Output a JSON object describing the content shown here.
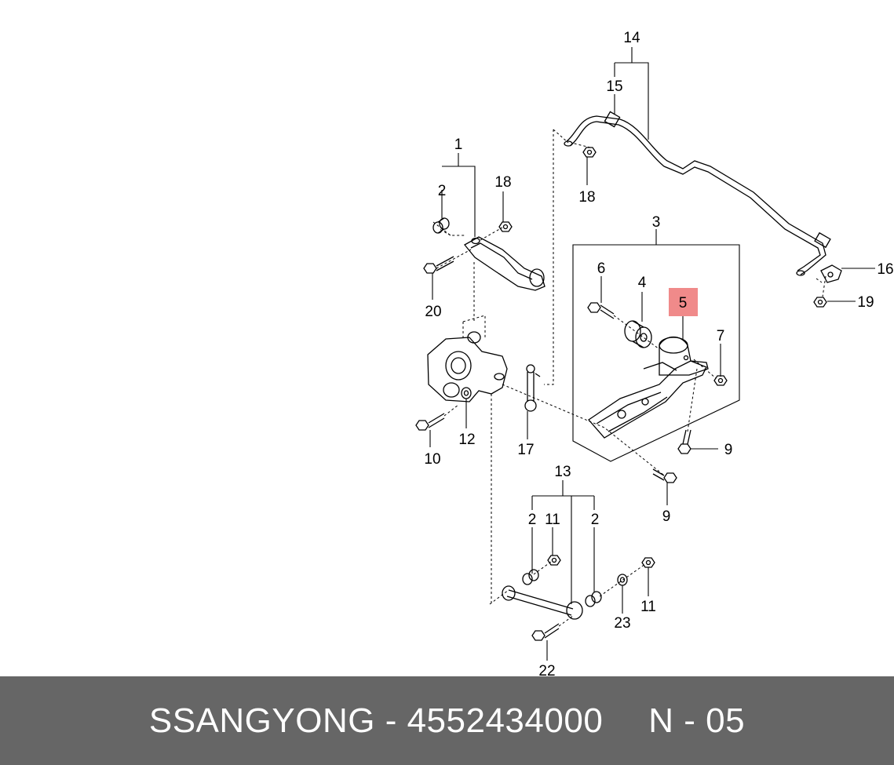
{
  "labels": {
    "l1": "1",
    "l2a": "2",
    "l18a": "18",
    "l20": "20",
    "l14": "14",
    "l15": "15",
    "l18b": "18",
    "l3": "3",
    "l6": "6",
    "l4": "4",
    "l5": "5",
    "l7": "7",
    "l9a": "9",
    "l16": "16",
    "l19": "19",
    "l10": "10",
    "l12": "12",
    "l17": "17",
    "l9b": "9",
    "l13": "13",
    "l2b": "2",
    "l11a": "11",
    "l2c": "2",
    "l23": "23",
    "l11b": "11",
    "l22": "22"
  },
  "highlight_color": "#f08a8a",
  "footer": {
    "brand_part": "SSANGYONG - 4552434000",
    "page_ref": "N - 05"
  }
}
